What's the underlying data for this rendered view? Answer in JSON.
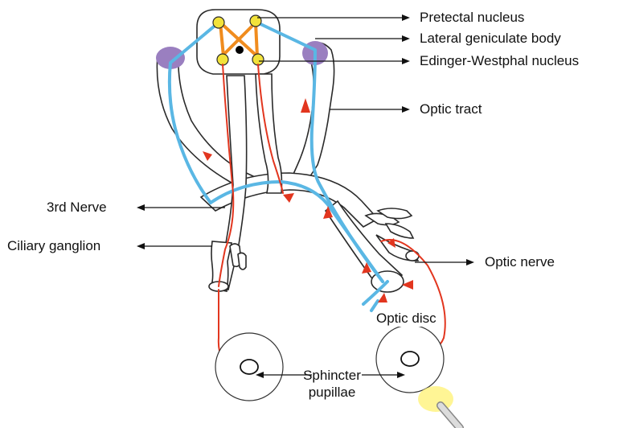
{
  "labels": {
    "pretectal": "Pretectal nucleus",
    "lgb": "Lateral geniculate body",
    "ew": "Edinger-Westphal nucleus",
    "optic_tract": "Optic tract",
    "third_nerve": "3rd Nerve",
    "ciliary": "Ciliary ganglion",
    "optic_nerve": "Optic nerve",
    "optic_disc": "Optic disc",
    "sphincter_line1": "Sphincter",
    "sphincter_line2": "pupillae"
  },
  "colors": {
    "afferent_pathway": "#5ab7e4",
    "efferent_pathway": "#e2361f",
    "interneuron_connections": "#f08c1e",
    "nucleus": "#f2e23a",
    "lateral_geniculate_body": "#9a7fc0",
    "light_source": "#fff27a"
  },
  "icons": {
    "light_source": "penlight-icon"
  }
}
